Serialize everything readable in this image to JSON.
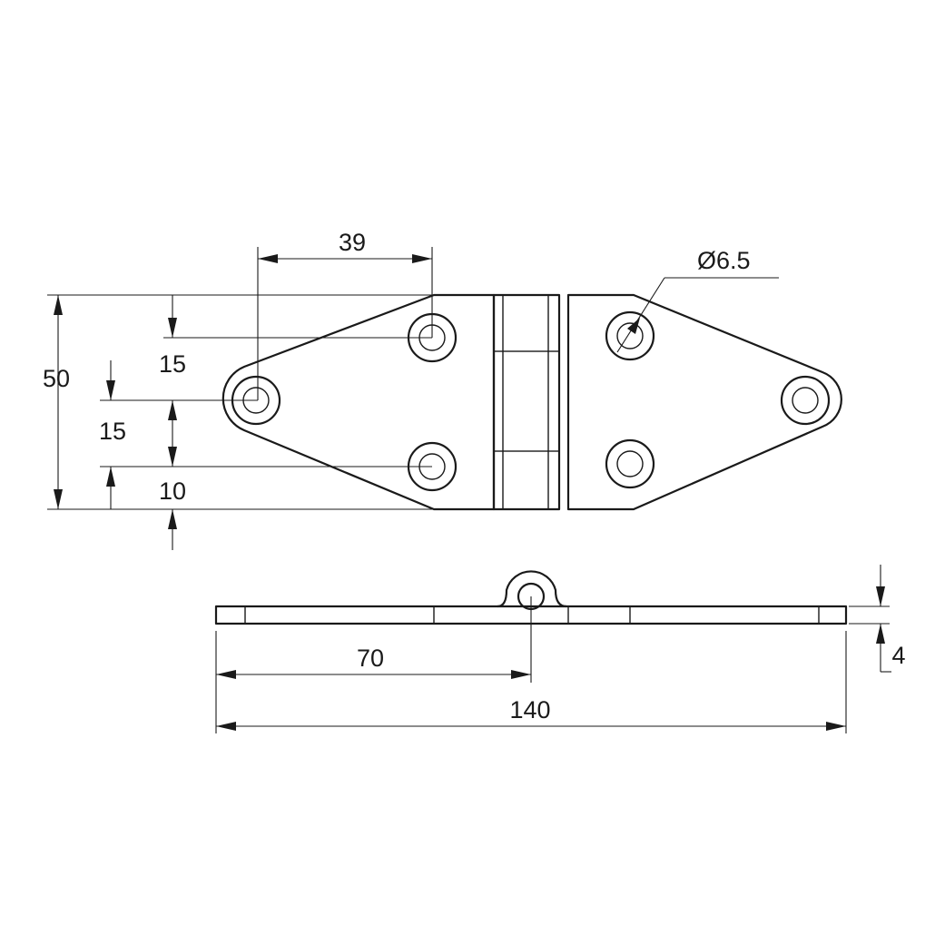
{
  "drawing": {
    "dims": {
      "hole_spacing_x": "39",
      "hole_diameter": "6.5",
      "diameter_symbol": "Ø",
      "total_height": "50",
      "upper_offset": "15",
      "middle_offset": "15",
      "lower_offset": "10",
      "pin_offset": "70",
      "total_length": "140",
      "thickness": "4"
    }
  }
}
